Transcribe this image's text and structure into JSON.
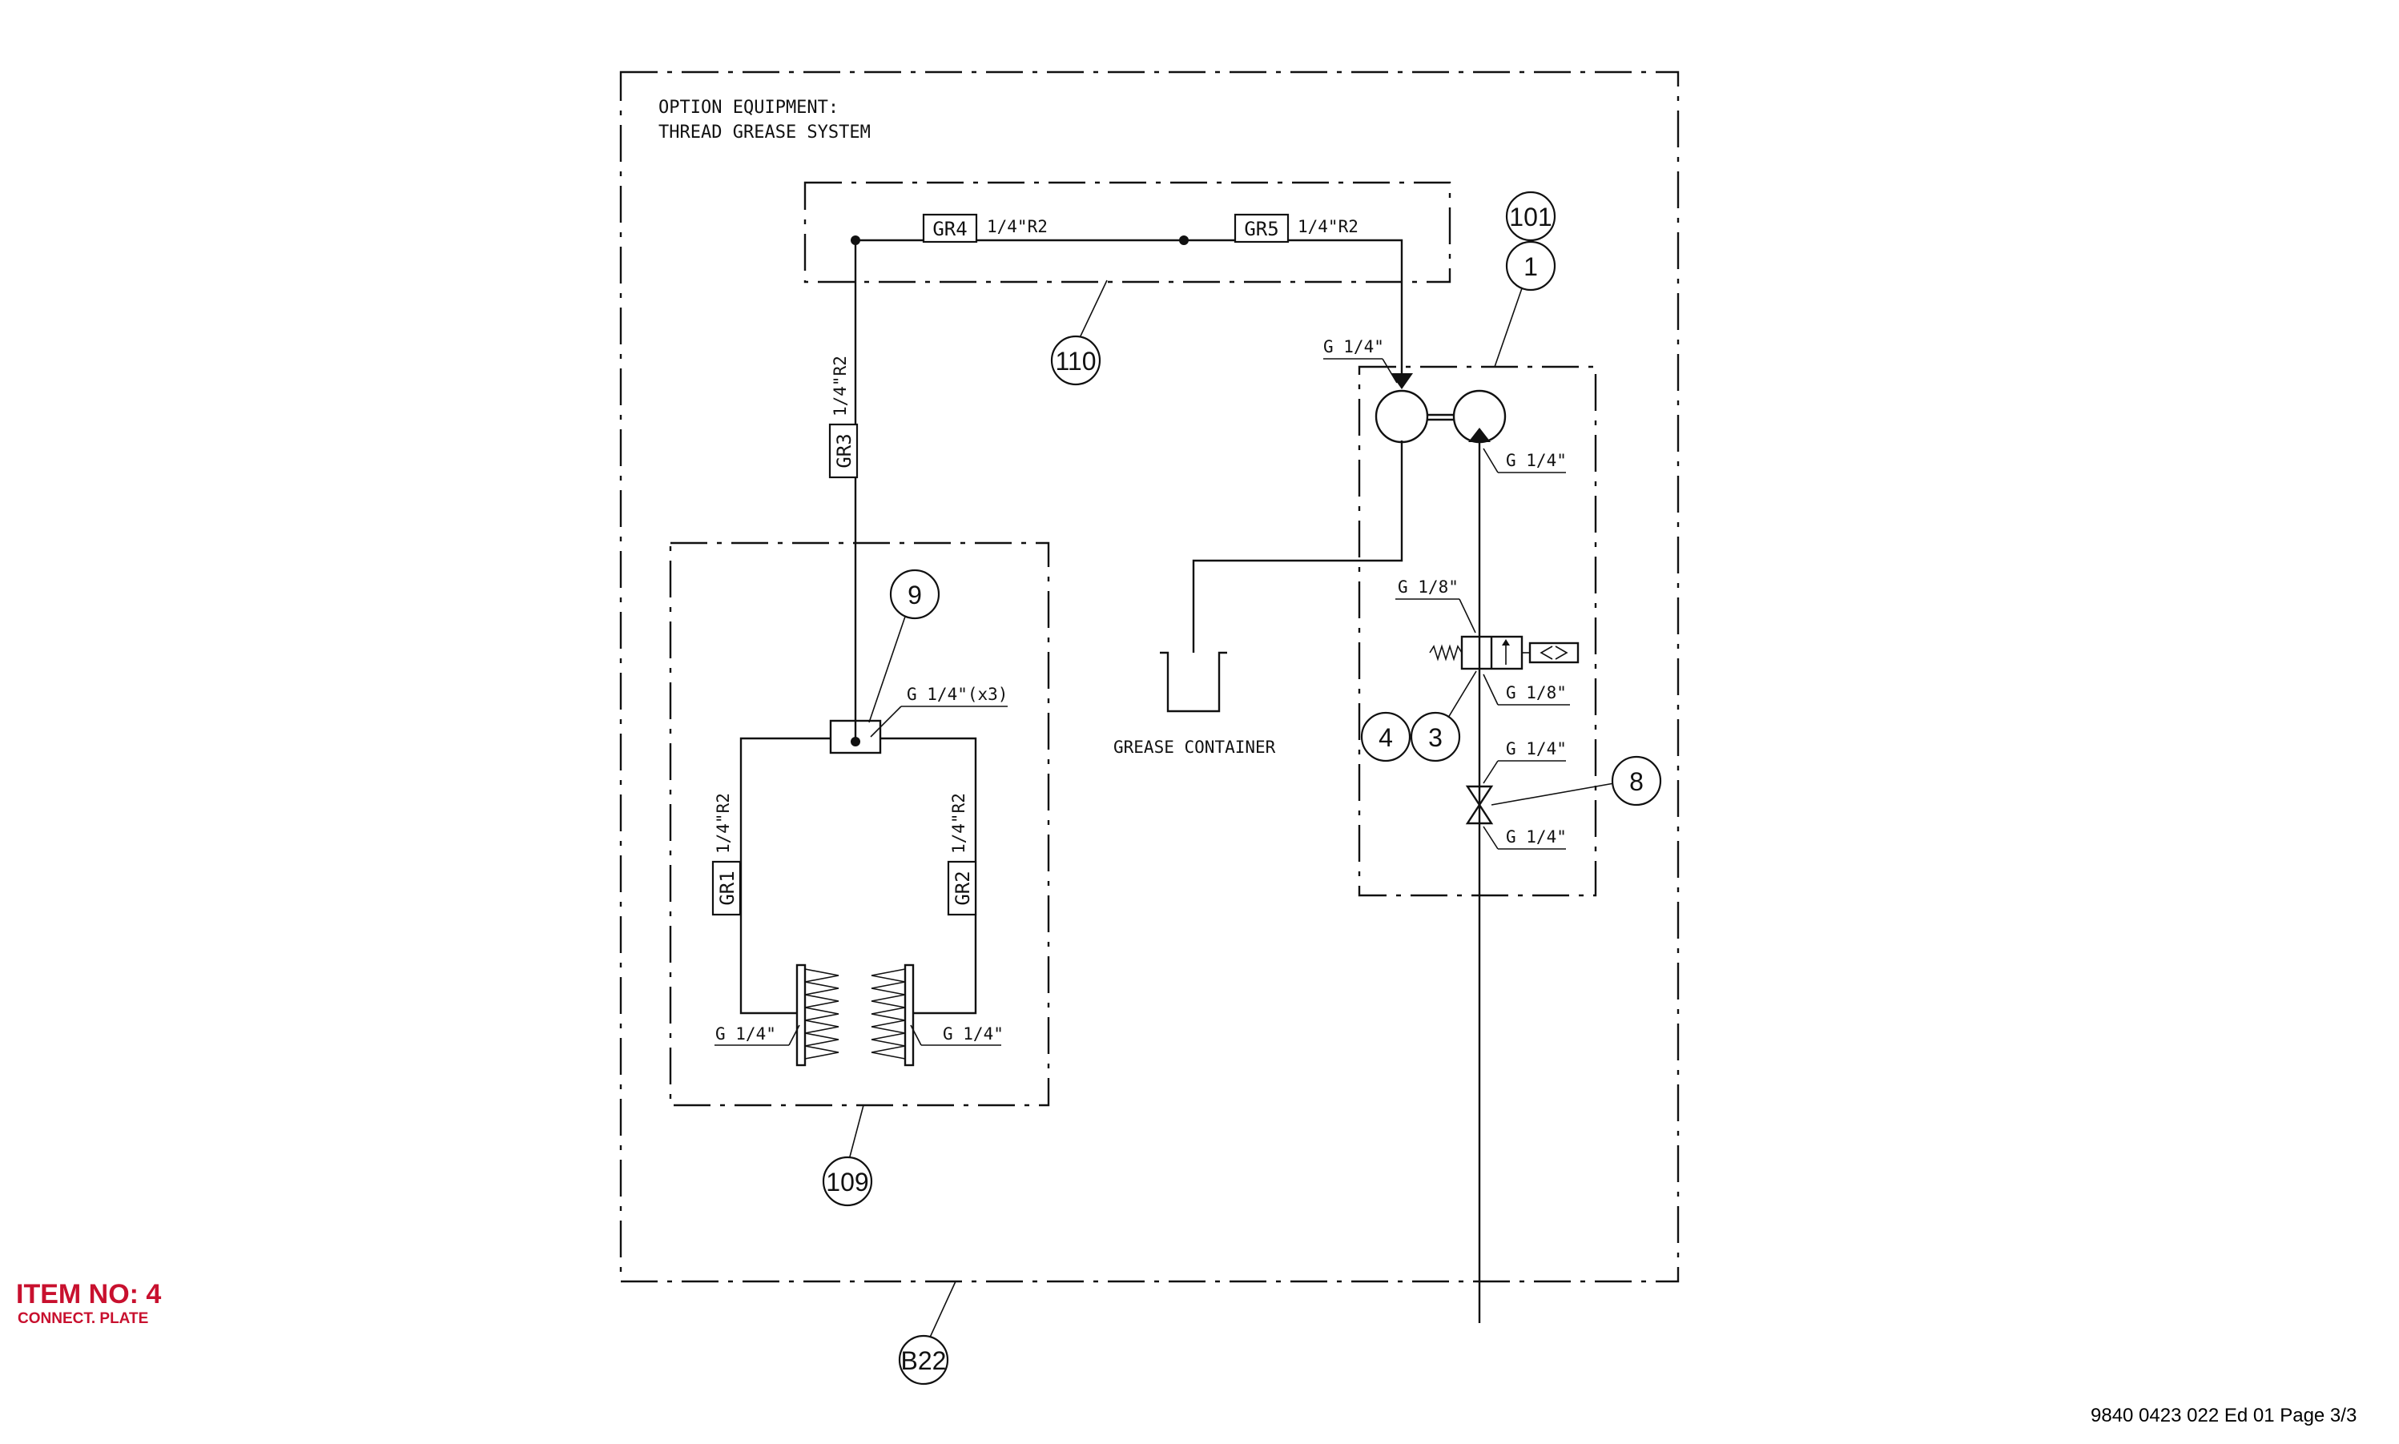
{
  "notes": {
    "option_line1": "OPTION EQUIPMENT:",
    "option_line2": "THREAD GREASE SYSTEM",
    "grease_container": "GREASE CONTAINER"
  },
  "hoses": {
    "gr1": "GR1",
    "gr2": "GR2",
    "gr3": "GR3",
    "gr4": "GR4",
    "gr5": "GR5",
    "spec": "1/4\"R2"
  },
  "ports": {
    "g14": "G 1/4\"",
    "g18": "G 1/8\"",
    "g14x3": "G 1/4\"(x3)"
  },
  "bubbles": {
    "b101": "101",
    "b1": "1",
    "b110": "110",
    "b9": "9",
    "b4": "4",
    "b3": "3",
    "b8": "8",
    "b109": "109",
    "b22": "B22"
  },
  "item": {
    "number": "ITEM NO: 4",
    "name": "CONNECT. PLATE"
  },
  "footer": "9840 0423 022 Ed 01 Page 3/3"
}
